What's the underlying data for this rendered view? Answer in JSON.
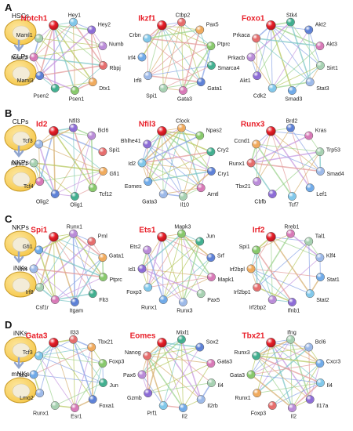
{
  "colors": {
    "focus_label": "#e8202a",
    "cell_fill": "#f6c84a",
    "cell_stroke": "#c79a28",
    "nucleus": "#f3ecd8",
    "arrow": "#8fa4cf"
  },
  "panels": [
    {
      "letter": "A",
      "cells": [
        "HSCs",
        "CLPs"
      ],
      "networks": [
        {
          "focus": "Notch1",
          "nodes": [
            "Notch1",
            "Hey1",
            "Hey2",
            "Numb",
            "Rbpj",
            "Dtx1",
            "Psen1",
            "Psen2",
            "Maml3",
            "Maml2",
            "Maml1"
          ]
        },
        {
          "focus": "Ikzf1",
          "nodes": [
            "Ikzf1",
            "Ctbp2",
            "Pax5",
            "Ptprc",
            "Smarca4",
            "Gata1",
            "Gata3",
            "Spi1",
            "Irf8",
            "Irf4",
            "Crbn"
          ]
        },
        {
          "focus": "Foxo1",
          "nodes": [
            "Foxo1",
            "Stk4",
            "Akt2",
            "Akt3",
            "Sirt1",
            "Stat3",
            "Smad3",
            "Cdk2",
            "Akt1",
            "Prkacb",
            "Prkaca"
          ]
        }
      ]
    },
    {
      "letter": "B",
      "cells": [
        "CLPs",
        "NKPs"
      ],
      "networks": [
        {
          "focus": "Id2",
          "nodes": [
            "Id2",
            "Nfil3",
            "Bcl6",
            "Spi1",
            "Gfi1",
            "Tcf12",
            "Olig1",
            "Olig2",
            "Tcf4",
            "Myod1",
            "Tcf3"
          ]
        },
        {
          "focus": "Nfil3",
          "nodes": [
            "Nfil3",
            "Clock",
            "Npas2",
            "Cry2",
            "Cry1",
            "Arntl",
            "Il10",
            "Gata3",
            "Eomes",
            "Id2",
            "Bhlhe41"
          ]
        },
        {
          "focus": "Runx3",
          "nodes": [
            "Runx3",
            "Brd2",
            "Kras",
            "Trp53",
            "Smad4",
            "Lef1",
            "Tcf7",
            "Cbfb",
            "Tbx21",
            "Runx1",
            "Ccnd1"
          ]
        }
      ]
    },
    {
      "letter": "C",
      "cells": [
        "NKPs",
        "iNKs"
      ],
      "networks": [
        {
          "focus": "Spi1",
          "nodes": [
            "Spi1",
            "Runx1",
            "Pml",
            "Gata1",
            "Ptprc",
            "Flt3",
            "Itgam",
            "Csf1r",
            "Irf8",
            "Irf4",
            "Gfi1"
          ]
        },
        {
          "focus": "Ets1",
          "nodes": [
            "Ets1",
            "Mapk3",
            "Jun",
            "Srf",
            "Mapk1",
            "Pax5",
            "Runx3",
            "Runx1",
            "Foxp3",
            "Id1",
            "Ets2"
          ]
        },
        {
          "focus": "Irf2",
          "nodes": [
            "Irf2",
            "Rreb1",
            "Tal1",
            "Klf4",
            "Stat1",
            "Stat2",
            "Ifnb1",
            "Irf2bp2",
            "Irf2bp1",
            "Irf2bpl",
            "Spi1"
          ]
        }
      ]
    },
    {
      "letter": "D",
      "cells": [
        "iNKs",
        "mNKs"
      ],
      "networks": [
        {
          "focus": "Gata3",
          "nodes": [
            "Gata3",
            "Il33",
            "Tbx21",
            "Foxp3",
            "Jun",
            "Foxa1",
            "Esr1",
            "Runx1",
            "Lmo2",
            "Tal1",
            "Tcf3"
          ]
        },
        {
          "focus": "Eomes",
          "nodes": [
            "Eomes",
            "Mixl1",
            "Sox2",
            "Gata3",
            "Il4",
            "Il2rb",
            "Il2",
            "Prf1",
            "Gzmb",
            "Pax6",
            "Nanog"
          ]
        },
        {
          "focus": "Tbx21",
          "nodes": [
            "Tbx21",
            "Ifng",
            "Bcl6",
            "Cxcr3",
            "Il4",
            "Il17a",
            "Il2",
            "Foxp3",
            "Runx1",
            "Gata3",
            "Runx3"
          ]
        }
      ]
    }
  ]
}
